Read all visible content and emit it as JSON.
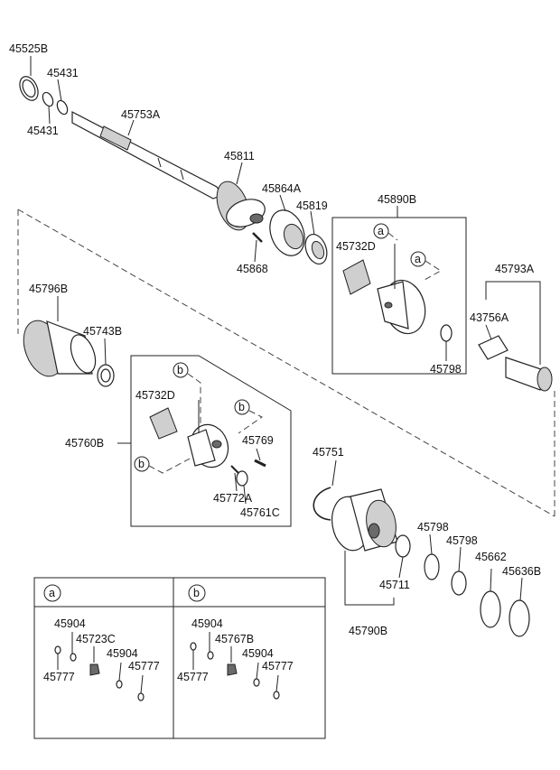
{
  "callouts": {
    "c45525B": "45525B",
    "c45431_top": "45431",
    "c45431_bottom": "45431",
    "c45753A": "45753A",
    "c45811": "45811",
    "c45864A": "45864A",
    "c45819": "45819",
    "c45868": "45868",
    "c45890B": "45890B",
    "c45732D_1": "45732D",
    "c45798_1": "45798",
    "c45793A": "45793A",
    "c43756A": "43756A",
    "c45796B": "45796B",
    "c45743B": "45743B",
    "c45732D_2": "45732D",
    "c45760B": "45760B",
    "c45769": "45769",
    "c45772A": "45772A",
    "c45761C": "45761C",
    "c45751": "45751",
    "c45798_2": "45798",
    "c45798_3": "45798",
    "c45662": "45662",
    "c45636B": "45636B",
    "c45711": "45711",
    "c45790B": "45790B"
  },
  "markers": {
    "a": "a",
    "b": "b"
  },
  "legend": {
    "a": {
      "key": "a",
      "labels": [
        "45904",
        "45723C",
        "45904",
        "45777",
        "45777"
      ]
    },
    "b": {
      "key": "b",
      "labels": [
        "45904",
        "45767B",
        "45904",
        "45777",
        "45777"
      ]
    }
  }
}
